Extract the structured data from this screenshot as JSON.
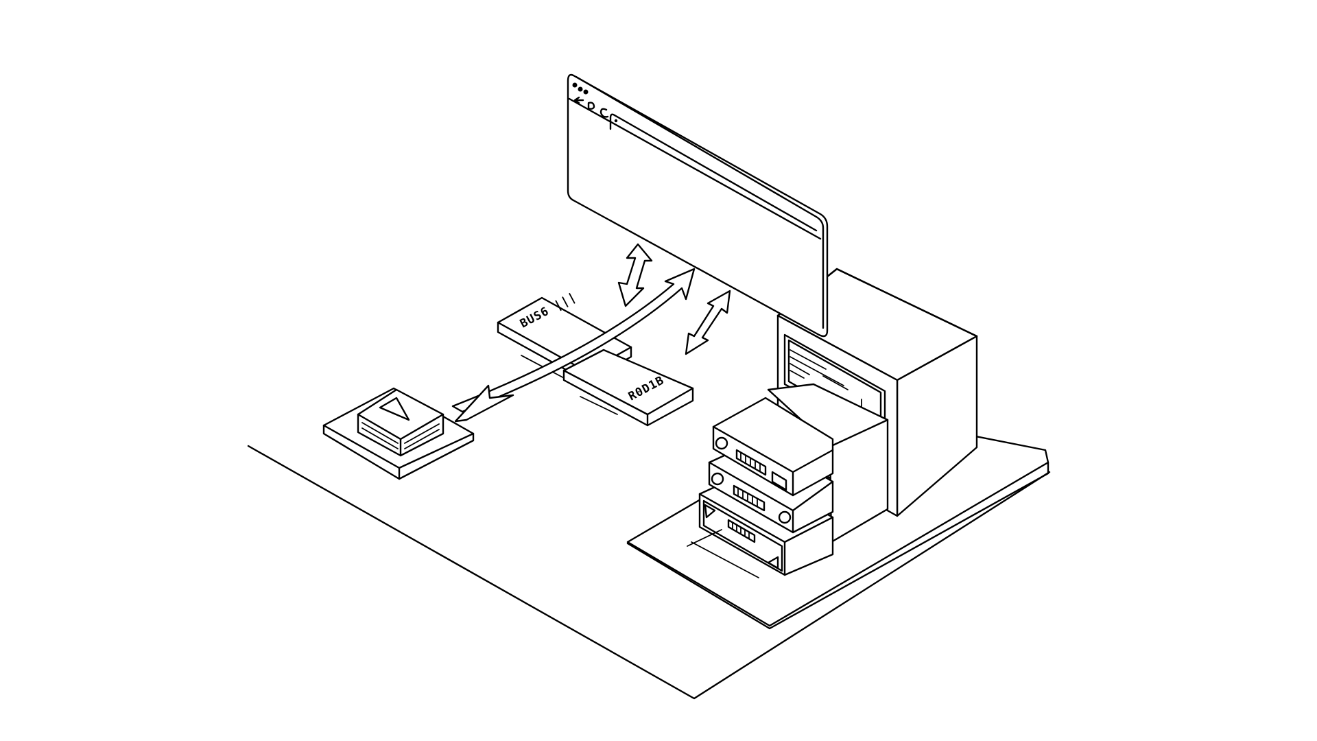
{
  "diagram": {
    "type": "isometric-line-illustration",
    "style": {
      "line_color": "#000000",
      "background": "#ffffff"
    },
    "elements": {
      "browser_window": {
        "label": "browser-window",
        "controls": [
          "window-dot",
          "window-dot",
          "window-dot"
        ],
        "nav_icons": [
          "back-arrow-icon",
          "forward-icon",
          "reload-icon"
        ],
        "address_bar": ""
      },
      "data_blocks": [
        {
          "label": "BUS6 |||"
        },
        {
          "label": "R0D1B"
        }
      ],
      "client_device": {
        "label": "client-device",
        "icon": "play-triangle-icon"
      },
      "server_stack": {
        "units": 3,
        "tower": "tower-with-screen"
      },
      "arrows": [
        {
          "type": "bidirectional",
          "between": "browser_window-data_block"
        },
        {
          "type": "curved",
          "from": "browser_window",
          "to": "client_device"
        },
        {
          "type": "bidirectional",
          "between": "browser_window-server_stack"
        }
      ]
    }
  }
}
